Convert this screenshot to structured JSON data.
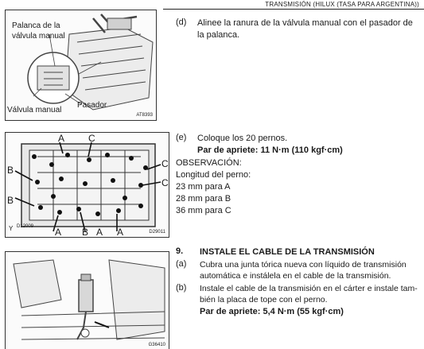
{
  "header": {
    "title": "TRANSMISIÓN (HILUX (TASA PARA ARGENTINA))"
  },
  "figure1": {
    "labels": [
      "Palanca de la",
      "válvula manual",
      "Válvula manual",
      "Pasador"
    ],
    "code": "AT8393"
  },
  "figure2": {
    "labels": {
      "A": "A",
      "B": "B",
      "C": "C",
      "Y": "Y"
    },
    "code_left": "D12009",
    "code_right": "D29011"
  },
  "figure3": {
    "code": "G36410"
  },
  "step_d": {
    "mark": "(d)",
    "text1": "Alinee la ranura de la válvula manual con el pasador de",
    "text2": "la palanca."
  },
  "step_e": {
    "mark": "(e)",
    "text": "Coloque los 20 pernos.",
    "torque": "Par de apriete: 11 N·m (110 kgf·cm)",
    "note": "OBSERVACIÓN:",
    "length": "Longitud del perno:",
    "a": "23 mm para A",
    "b": "28 mm para B",
    "c": "36 mm para C"
  },
  "section9": {
    "num": "9.",
    "title": "INSTALE EL CABLE DE LA TRANSMISIÓN",
    "a_mark": "(a)",
    "a1": "Cubra una junta tórica nueva con líquido de transmisión",
    "a2": "automática e instálela en el cable de la transmisión.",
    "b_mark": "(b)",
    "b1": "Instale el cable de la transmisión en el cárter e instale tam-",
    "b2": "bién la placa de tope con el perno.",
    "torque": "Par de apriete: 5,4 N·m (55 kgf·cm)"
  }
}
